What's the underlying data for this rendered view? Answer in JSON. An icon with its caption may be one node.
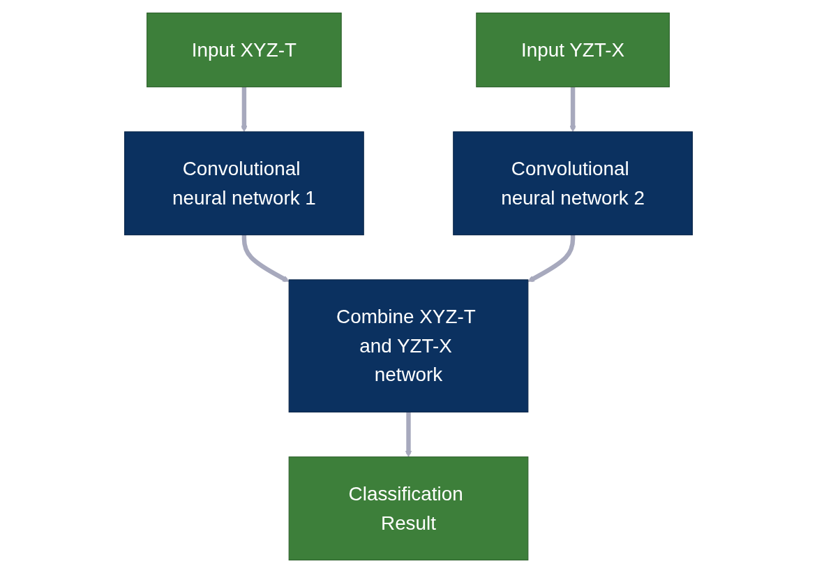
{
  "diagram": {
    "nodes": [
      {
        "text": [
          "Input XYZ-T"
        ]
      },
      {
        "text": [
          "Input YZT-X"
        ]
      },
      {
        "text": [
          "Convolutional neural network 1"
        ]
      },
      {
        "text": [
          "Convolutional neural network 2"
        ]
      },
      {
        "text": [
          "Combine XYZ-T and YZT-X network"
        ]
      },
      {
        "text": [
          "Classification Result"
        ]
      }
    ],
    "edges": [
      {
        "from": 0,
        "to": 2,
        "arrow": "to"
      },
      {
        "from": 1,
        "to": 3,
        "arrow": "to"
      },
      {
        "from": 2,
        "to": 4,
        "arrow": "to"
      },
      {
        "from": 3,
        "to": 4,
        "arrow": "to"
      },
      {
        "from": 4,
        "to": 5,
        "arrow": "to"
      }
    ]
  }
}
